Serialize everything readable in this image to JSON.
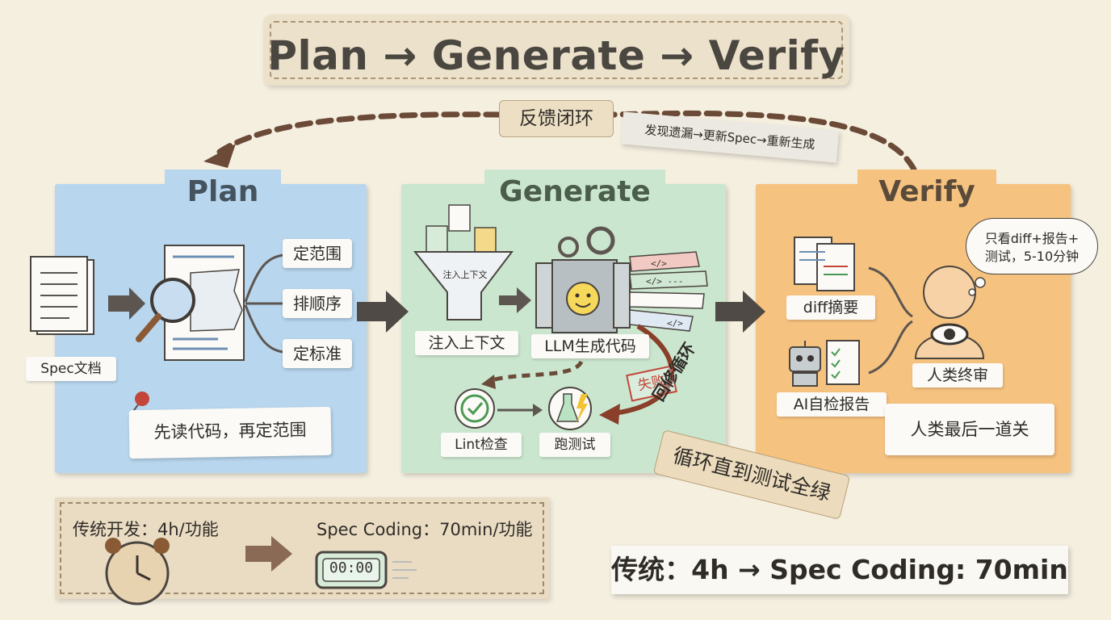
{
  "title": "Plan → Generate → Verify",
  "feedback": {
    "tag": "反馈闭环",
    "note": "发现遗漏→更新Spec→重新生成"
  },
  "plan": {
    "label": "Plan",
    "source": "Spec文档",
    "outputs": [
      "定范围",
      "排顺序",
      "定标准"
    ],
    "note": "先读代码，再定范围"
  },
  "generate": {
    "label": "Generate",
    "funnel_text": "注入上下文",
    "inject_label": "注入上下文",
    "llm_label": "LLM生成代码",
    "lint_label": "Lint检查",
    "test_label": "跑测试",
    "fail_stamp": "失败",
    "repair_loop": "回修循环",
    "loop_tag": "循环直到测试全绿"
  },
  "verify": {
    "label": "Verify",
    "diff_label": "diff摘要",
    "ai_label": "AI自检报告",
    "human_label": "人类终审",
    "thought_line1": "只看diff+报告+",
    "thought_line2": "测试，5-10分钟",
    "note": "人类最后一道关"
  },
  "comparison": {
    "traditional": "传统开发：4h/功能",
    "spec_coding": "Spec Coding：70min/功能",
    "timer": "00:00"
  },
  "summary": "传统：4h → Spec Coding: 70min"
}
